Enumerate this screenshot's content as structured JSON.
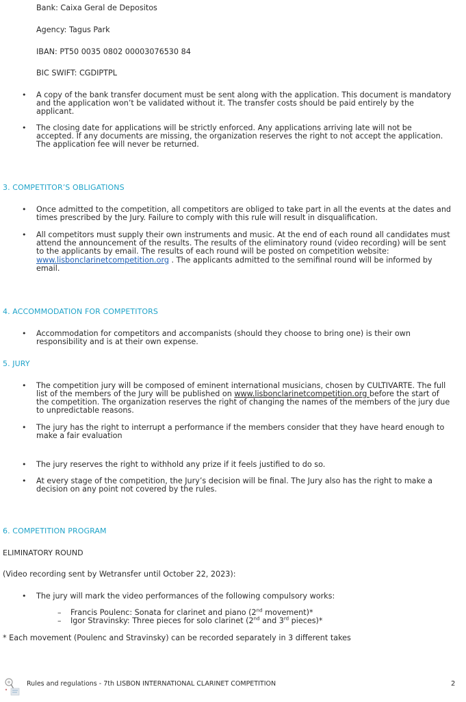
{
  "bank": {
    "bank": "Bank: Caixa Geral de Depositos",
    "agency": "Agency: Tagus Park",
    "iban": "IBAN: PT50 0035 0802 00003076530 84",
    "bic": "BIC SWIFT: CGDIPTPL"
  },
  "app_bullets": [
    {
      "l1": "A copy of the bank transfer document must be sent along with the application. This document is mandatory",
      "l2": "and the application won’t be validated without it. The transfer costs should be paid entirely by the",
      "l3": "applicant."
    },
    {
      "l1": "The closing date for applications will be strictly enforced. Any applications arriving late will not be",
      "l2": "accepted. If any documents are missing, the organization reserves the right to not accept the application.",
      "l3": "The application fee will never be returned."
    }
  ],
  "section3": {
    "title": "3. COMPETITOR’S OBLIGATIONS",
    "b1": {
      "l1": "Once admitted to the competition, all competitors are obliged to take part in all the events at the dates and",
      "l2": "times prescribed by the Jury. Failure to comply with this rule will result in disqualification."
    },
    "b2": {
      "l1": "All competitors must supply their own instruments and music. At the end of each round all candidates must",
      "l2": "attend the announcement of the results. The results of the eliminatory round (video recording) will be sent",
      "l3": "to the applicants by email. The results of each round will be posted on competition website:",
      "link": "www.lisbonclarinetcompetition.org",
      "l4_rest": " . The applicants admitted to the semifinal round will be informed by",
      "l5": "email."
    }
  },
  "section4": {
    "title": "4. ACCOMMODATION FOR COMPETITORS",
    "b1": {
      "l1": "Accommodation for competitors and accompanists (should they choose to bring one) is their own",
      "l2": "responsibility and is at their own expense."
    }
  },
  "section5": {
    "title": "5. JURY",
    "b1": {
      "l1": "The competition jury will be composed of eminent international musicians, chosen by CULTIVARTE. The full",
      "l2_pre": "list of the members of the Jury will be published on ",
      "l2_link": "www.lisbonclarinetcompetition.org ",
      "l2_post": "before the start of",
      "l3": "the competition. The organization reserves the right of changing the names of the members of the jury due",
      "l4": "to unpredictable reasons."
    },
    "b2": {
      "l1": "The jury has the right to interrupt a performance if the members consider that they have heard enough to",
      "l2": "make a fair evaluation"
    },
    "b3": {
      "l1": "The jury reserves the right to withhold any prize if it feels justified to do so."
    },
    "b4": {
      "l1": "At every stage of the competition, the Jury’s decision will be final. The Jury also has the right to make a",
      "l2": "decision on any point not covered by the rules."
    }
  },
  "section6": {
    "title": "6. COMPETITION PROGRAM",
    "subtitle": "ELIMINATORY ROUND",
    "intro": "(Video recording sent by Wetransfer until October 22, 2023):",
    "b1": "The jury will mark the video performances of the following compulsory works:",
    "works": [
      {
        "pre": "Francis Poulenc: Sonata for clarinet and piano (2",
        "sup": "nd",
        "post": " movement)*"
      },
      {
        "pre": "Igor Stravinsky: Three pieces for solo clarinet (2",
        "sup": "nd",
        "mid": " and 3",
        "sup2": "rd",
        "post": " pieces)*"
      }
    ],
    "note": "* Each movement (Poulenc and Stravinsky) can be recorded separately in 3 different takes"
  },
  "footer": {
    "text": "Rules and regulations - 7th LISBON INTERNATIONAL CLARINET COMPETITION",
    "page": "2"
  },
  "colors": {
    "heading": "#1fa3c9",
    "link": "#1f5fb5",
    "text": "#2a2a2a"
  },
  "bullet_glyph": "•",
  "dash_glyph": "–"
}
